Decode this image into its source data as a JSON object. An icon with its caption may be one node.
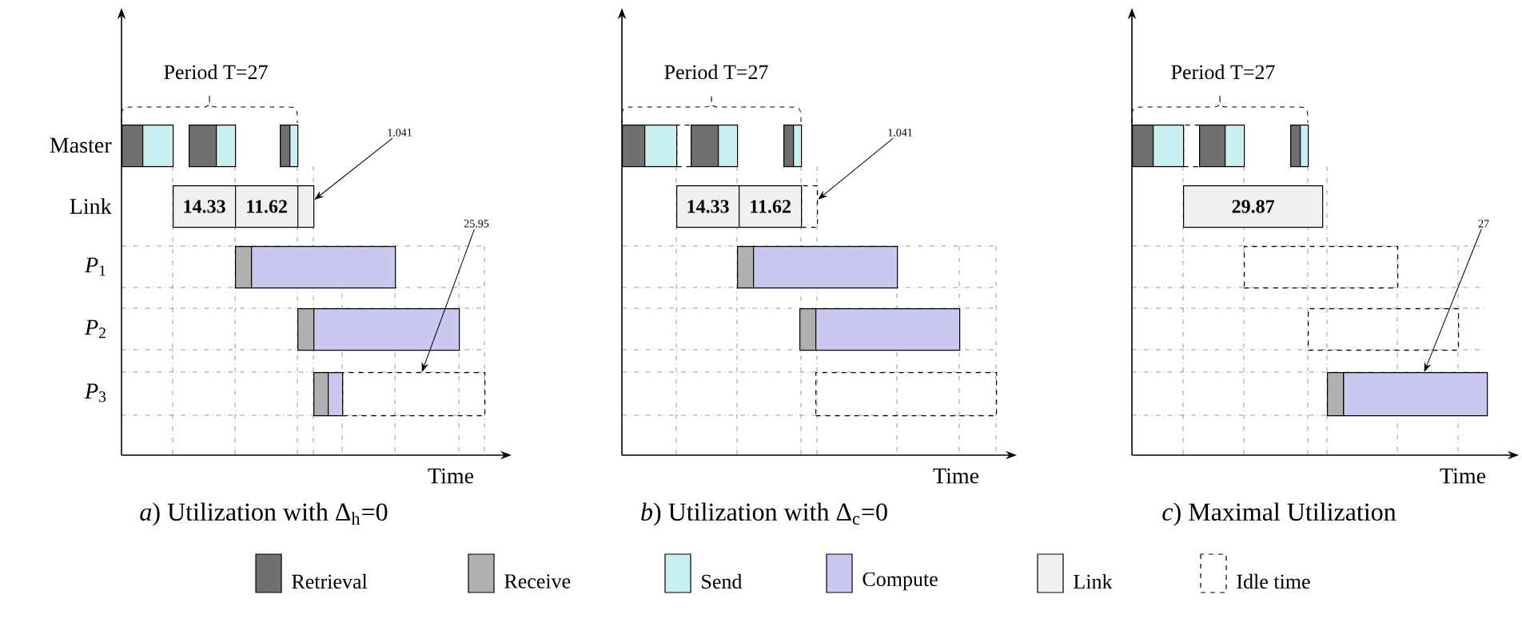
{
  "diagram": {
    "nodes": [
      {
        "text": [
          "14.33"
        ]
      },
      {
        "text": [
          "11.62"
        ]
      },
      {
        "text": [
          "1.041"
        ]
      },
      {
        "text": [],
        "shape": "bar"
      },
      {
        "text": [
          "25.95"
        ]
      },
      {
        "text": [],
        "shape": "box"
      },
      {
        "text": [
          "14.33"
        ]
      },
      {
        "text": [
          "11.62"
        ]
      },
      {
        "text": [
          "1.041"
        ]
      },
      {
        "text": [],
        "shape": "box"
      },
      {
        "text": [
          "29.87"
        ]
      },
      {
        "text": [
          "27"
        ]
      },
      {
        "text": [],
        "shape": "bar"
      },
      {
        "text": [],
        "shape": "bar"
      },
      {
        "text": [],
        "shape": "bar"
      },
      {
        "text": [],
        "shape": "bar"
      },
      {
        "text": [],
        "shape": "bar"
      },
      {
        "text": [],
        "shape": "bar"
      },
      {
        "text": [],
        "shape": "bar"
      },
      {
        "text": [],
        "shape": "bar"
      },
      {
        "text": [],
        "shape": "bar"
      },
      {
        "text": [],
        "shape": "bar"
      },
      {
        "text": [],
        "shape": "bar"
      },
      {
        "text": [],
        "shape": "bar"
      },
      {
        "text": [],
        "shape": "bar"
      },
      {
        "text": [],
        "shape": "bar"
      },
      {
        "text": [],
        "shape": "bar"
      },
      {
        "text": [],
        "shape": "box"
      },
      {
        "text": [],
        "shape": "bar"
      },
      {
        "text": [],
        "shape": "bar"
      },
      {
        "text": [],
        "shape": "bar"
      },
      {
        "text": [],
        "shape": "bar"
      },
      {
        "text": [],
        "shape": "bar"
      },
      {
        "text": [],
        "shape": "bar"
      },
      {
        "text": [],
        "shape": "bar"
      },
      {
        "text": [],
        "shape": "bar"
      },
      {
        "text": [],
        "shape": "box"
      },
      {
        "text": [],
        "shape": "bar"
      },
      {
        "text": [],
        "shape": "bar"
      },
      {
        "text": [],
        "shape": "box"
      },
      {
        "text": [],
        "shape": "bar"
      },
      {
        "text": [],
        "shape": "bar"
      },
      {
        "text": [],
        "shape": "bar"
      },
      {
        "text": [],
        "shape": "bar"
      },
      {
        "text": [],
        "shape": "box"
      },
      {
        "text": [],
        "shape": "box"
      },
      {
        "text": [],
        "shape": "bar"
      }
    ],
    "edges": [
      {
        "from": 2,
        "to": 3,
        "arrow": "to"
      },
      {
        "from": 4,
        "to": 5,
        "arrow": "to"
      },
      {
        "from": 8,
        "to": 9,
        "arrow": "to"
      },
      {
        "from": 11,
        "to": 12,
        "arrow": "to"
      }
    ],
    "labels": [
      "Period T=27",
      "Period T=27",
      "Period T=27",
      "Master",
      "Link",
      "*P*$_{1}$",
      "*P*$_{2}$",
      "*P*$_{3}$",
      "Time",
      "Time",
      "Time",
      "*a*) Utilization with Δ$_{h}$=0",
      "*b*) Utilization with Δ$_{c}$=0",
      "*c*) Maximal Utilization"
    ],
    "legend": [
      {
        "text": "Retrieval",
        "color": "#707070"
      },
      {
        "text": "Receive",
        "color": "#b0b0b0"
      },
      {
        "text": "Send",
        "color": "#c8f0f0"
      },
      {
        "text": "Compute",
        "color": "#c8c8f0"
      },
      {
        "text": "Link",
        "color": "#f0f0f0"
      },
      {
        "text": "Idle time"
      }
    ]
  }
}
